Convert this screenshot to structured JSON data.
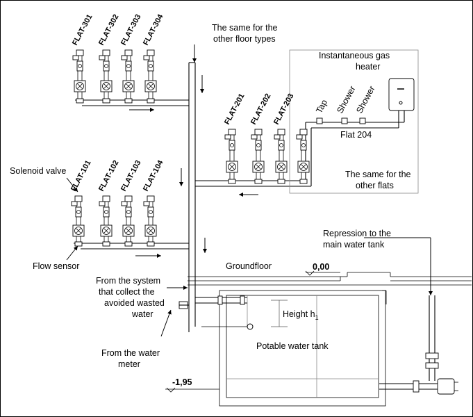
{
  "labels": {
    "same_floor": [
      "The same for the",
      "other floor types"
    ],
    "gas_heater": [
      "Instantaneous gas",
      "heater"
    ],
    "flat204": "Flat 204",
    "tap": "Tap",
    "shower1": "Shower",
    "shower2": "Shower",
    "same_flats": [
      "The same for the",
      "other flats"
    ],
    "solenoid": "Solenoid valve",
    "flow_sensor": "Flow sensor",
    "repression": [
      "Repression to the",
      "main water tank"
    ],
    "groundfloor": "Groundfloor",
    "level_zero": "0,00",
    "from_system": [
      "From the system",
      "that collect the",
      "avoided wasted",
      "water"
    ],
    "height": "Height h",
    "height_sub": "1",
    "potable": "Potable water tank",
    "from_meter": [
      "From the water",
      "meter"
    ],
    "level_bottom": "-1,95"
  },
  "flats": {
    "floor3": [
      "FLAT-301",
      "FLAT-302",
      "FLAT-303",
      "FLAT-304"
    ],
    "floor2": [
      "FLAT-201",
      "FLAT-202",
      "FLAT-203"
    ],
    "floor1": [
      "FLAT-101",
      "FLAT-102",
      "FLAT-103",
      "FLAT-104"
    ]
  }
}
